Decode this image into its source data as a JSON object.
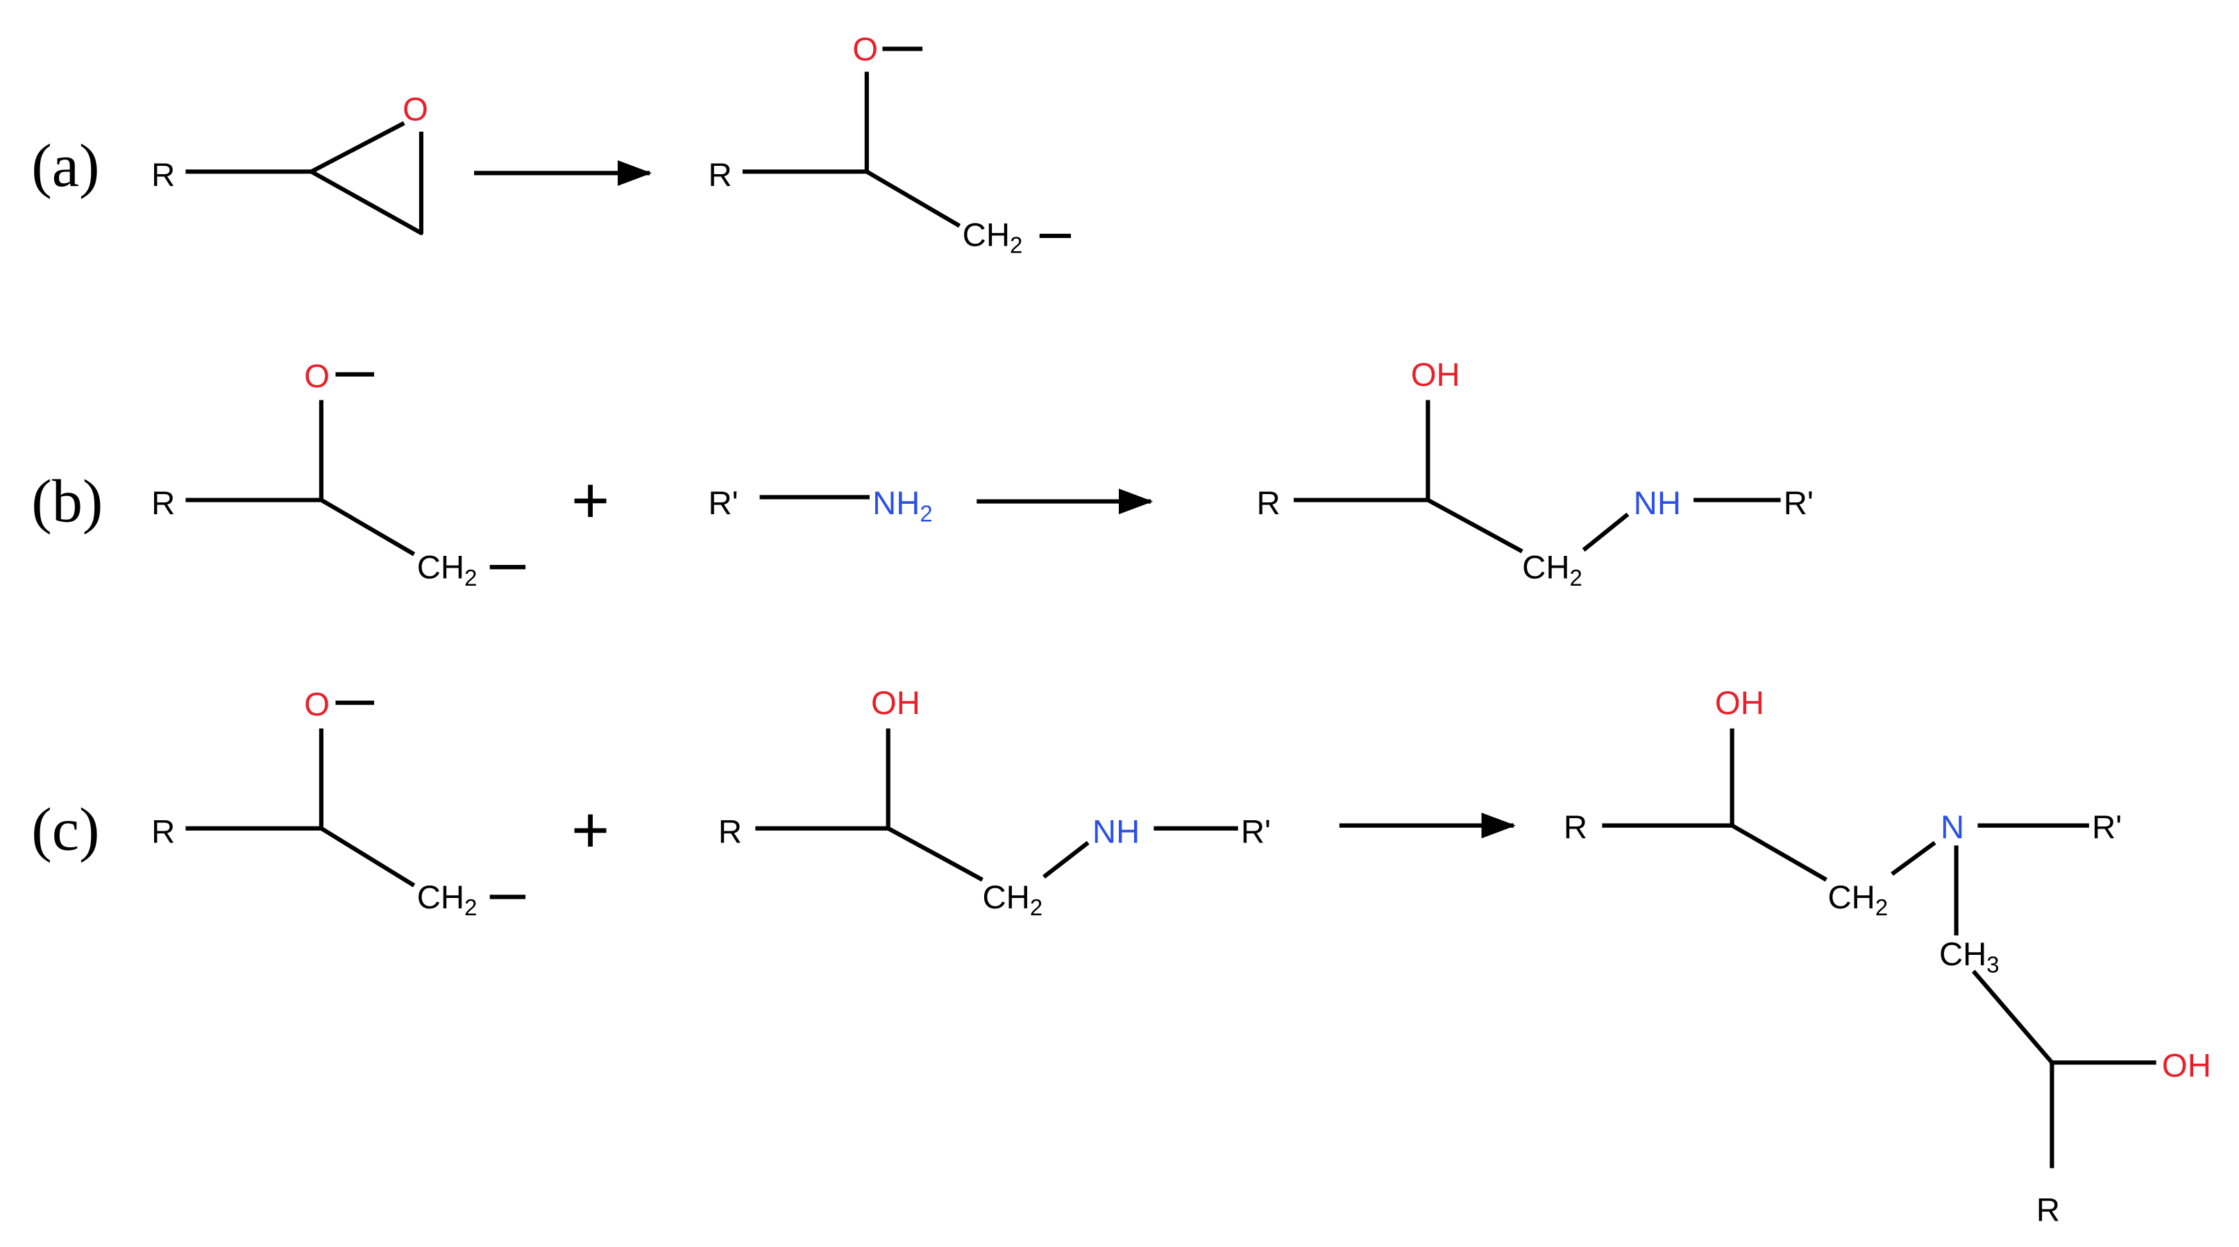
{
  "panels": [
    {
      "label": "(a)"
    },
    {
      "label": "(b)"
    },
    {
      "label": "(c)"
    }
  ],
  "plus": "+",
  "atoms": {
    "R": "R",
    "Rp": "R'",
    "O": "O",
    "OH": "OH",
    "NH": "NH",
    "N": "N",
    "CH": "CH",
    "sub2": "2",
    "sub3": "3"
  },
  "colors": {
    "oxygen": "#e8202a",
    "nitrogen": "#2b50e6",
    "carbon": "#000000"
  }
}
